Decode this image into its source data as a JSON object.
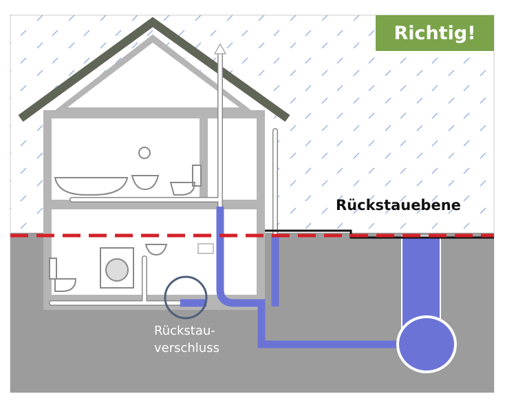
{
  "badge": "Richtig!",
  "backflow_level_label": "Rückstauebene",
  "valve_label_line1": "Rückstau-",
  "valve_label_line2": "verschluss",
  "colors": {
    "badge": "#7aa34a",
    "water": "#6b74d6",
    "ground": "#9d9c9c",
    "dashed_line": "#d32027",
    "roof": "#5f6657",
    "rain": "#9bb4e0"
  }
}
